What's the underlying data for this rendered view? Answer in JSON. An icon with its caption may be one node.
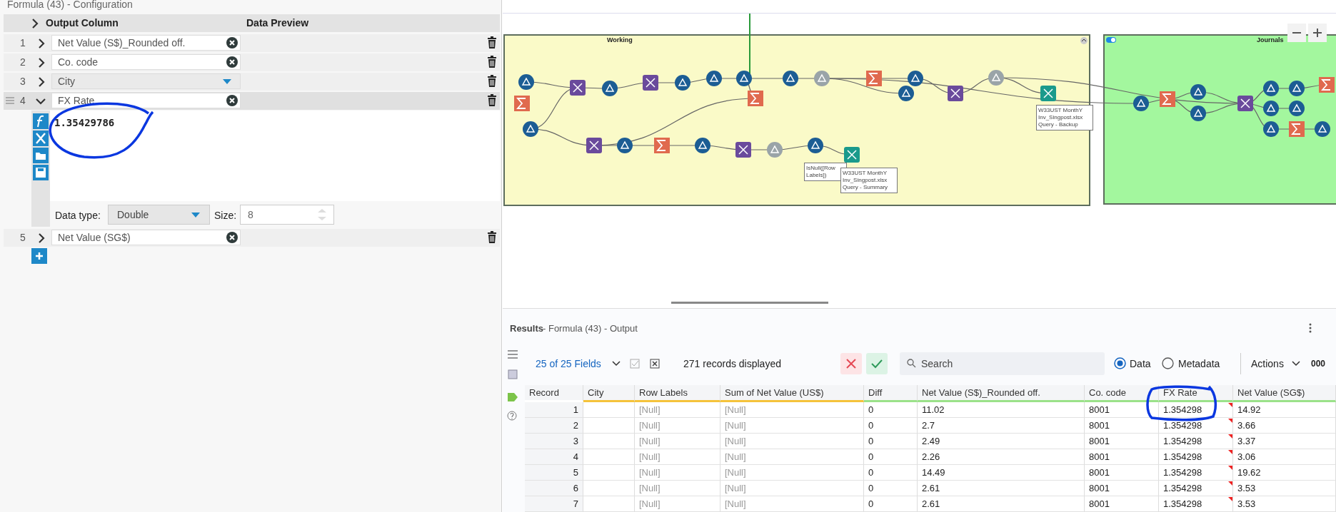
{
  "diagram": {
    "labels": [
      "Formula (43) - Configuration",
      "Output Column",
      "Data Preview",
      "1",
      "Net Value (S$)_Rounded  off.",
      "2",
      "Co. code",
      "3",
      "City",
      "4",
      "FX Rate",
      "1.35429786",
      "Data type:",
      "Double",
      "Size:",
      "8",
      "5",
      "Net Value (SG$)",
      "Working",
      "IsNull([Row Labels])",
      "W33UST MonthY Inv_Singpost.xlsx Query - Summary",
      "W33UST MonthY Inv_Singpost.xlsx Query - Backup",
      "Journals",
      "Results",
      "- Formula (43) - Output",
      "25 of 25 Fields",
      "271 records displayed",
      "Search",
      "Data",
      "Metadata",
      "Actions",
      "000",
      "Record",
      "City",
      "Row Labels",
      "Sum of Net Value (US$)",
      "Diff",
      "Net Value (S$)_Rounded  off.",
      "Co. code",
      "FX Rate",
      "Net Value (SG$)",
      "1",
      "[Null]",
      "[Null]",
      "0",
      "11.02",
      "8001",
      "1.354298",
      "14.92",
      "2",
      "[Null]",
      "[Null]",
      "0",
      "2.7",
      "8001",
      "1.354298",
      "3.66",
      "3",
      "[Null]",
      "[Null]",
      "0",
      "2.49",
      "8001",
      "1.354298",
      "3.37",
      "4",
      "[Null]",
      "[Null]",
      "0",
      "2.26",
      "8001",
      "1.354298",
      "3.06",
      "5",
      "[Null]",
      "[Null]",
      "0",
      "14.49",
      "8001",
      "1.354298",
      "19.62",
      "6",
      "[Null]",
      "[Null]",
      "0",
      "2.61",
      "8001",
      "1.354298",
      "3.53",
      "7",
      "[Null]",
      "[Null]",
      "0",
      "2.61",
      "8001",
      "1.354298",
      "3.53"
    ]
  }
}
